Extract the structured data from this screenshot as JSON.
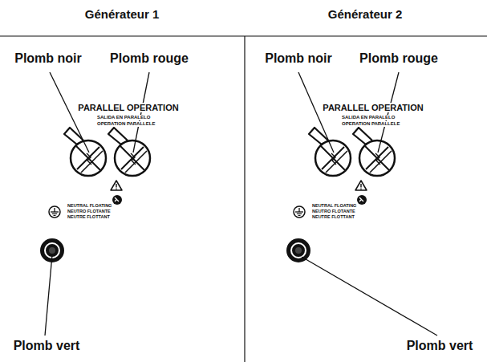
{
  "diagram": {
    "labels": [
      "Générateur 1",
      "Générateur 2",
      "Plomb noir",
      "Plomb rouge",
      "PARALLEL OPERATION",
      "SALIDA EN PARALELO",
      "OPERATION PARALLELE",
      "NEUTRAL FLOATING",
      "NEUTRO FLOTANTE",
      "NEUTRE FLOTTANT",
      "Plomb vert",
      "Plomb noir",
      "Plomb rouge",
      "PARALLEL OPERATION",
      "SALIDA EN PARALELO",
      "OPERATION PARALLELE",
      "NEUTRAL FLOATING",
      "NEUTRO FLOTANTE",
      "NEUTRE FLOTTANT",
      "Plomb vert"
    ]
  }
}
